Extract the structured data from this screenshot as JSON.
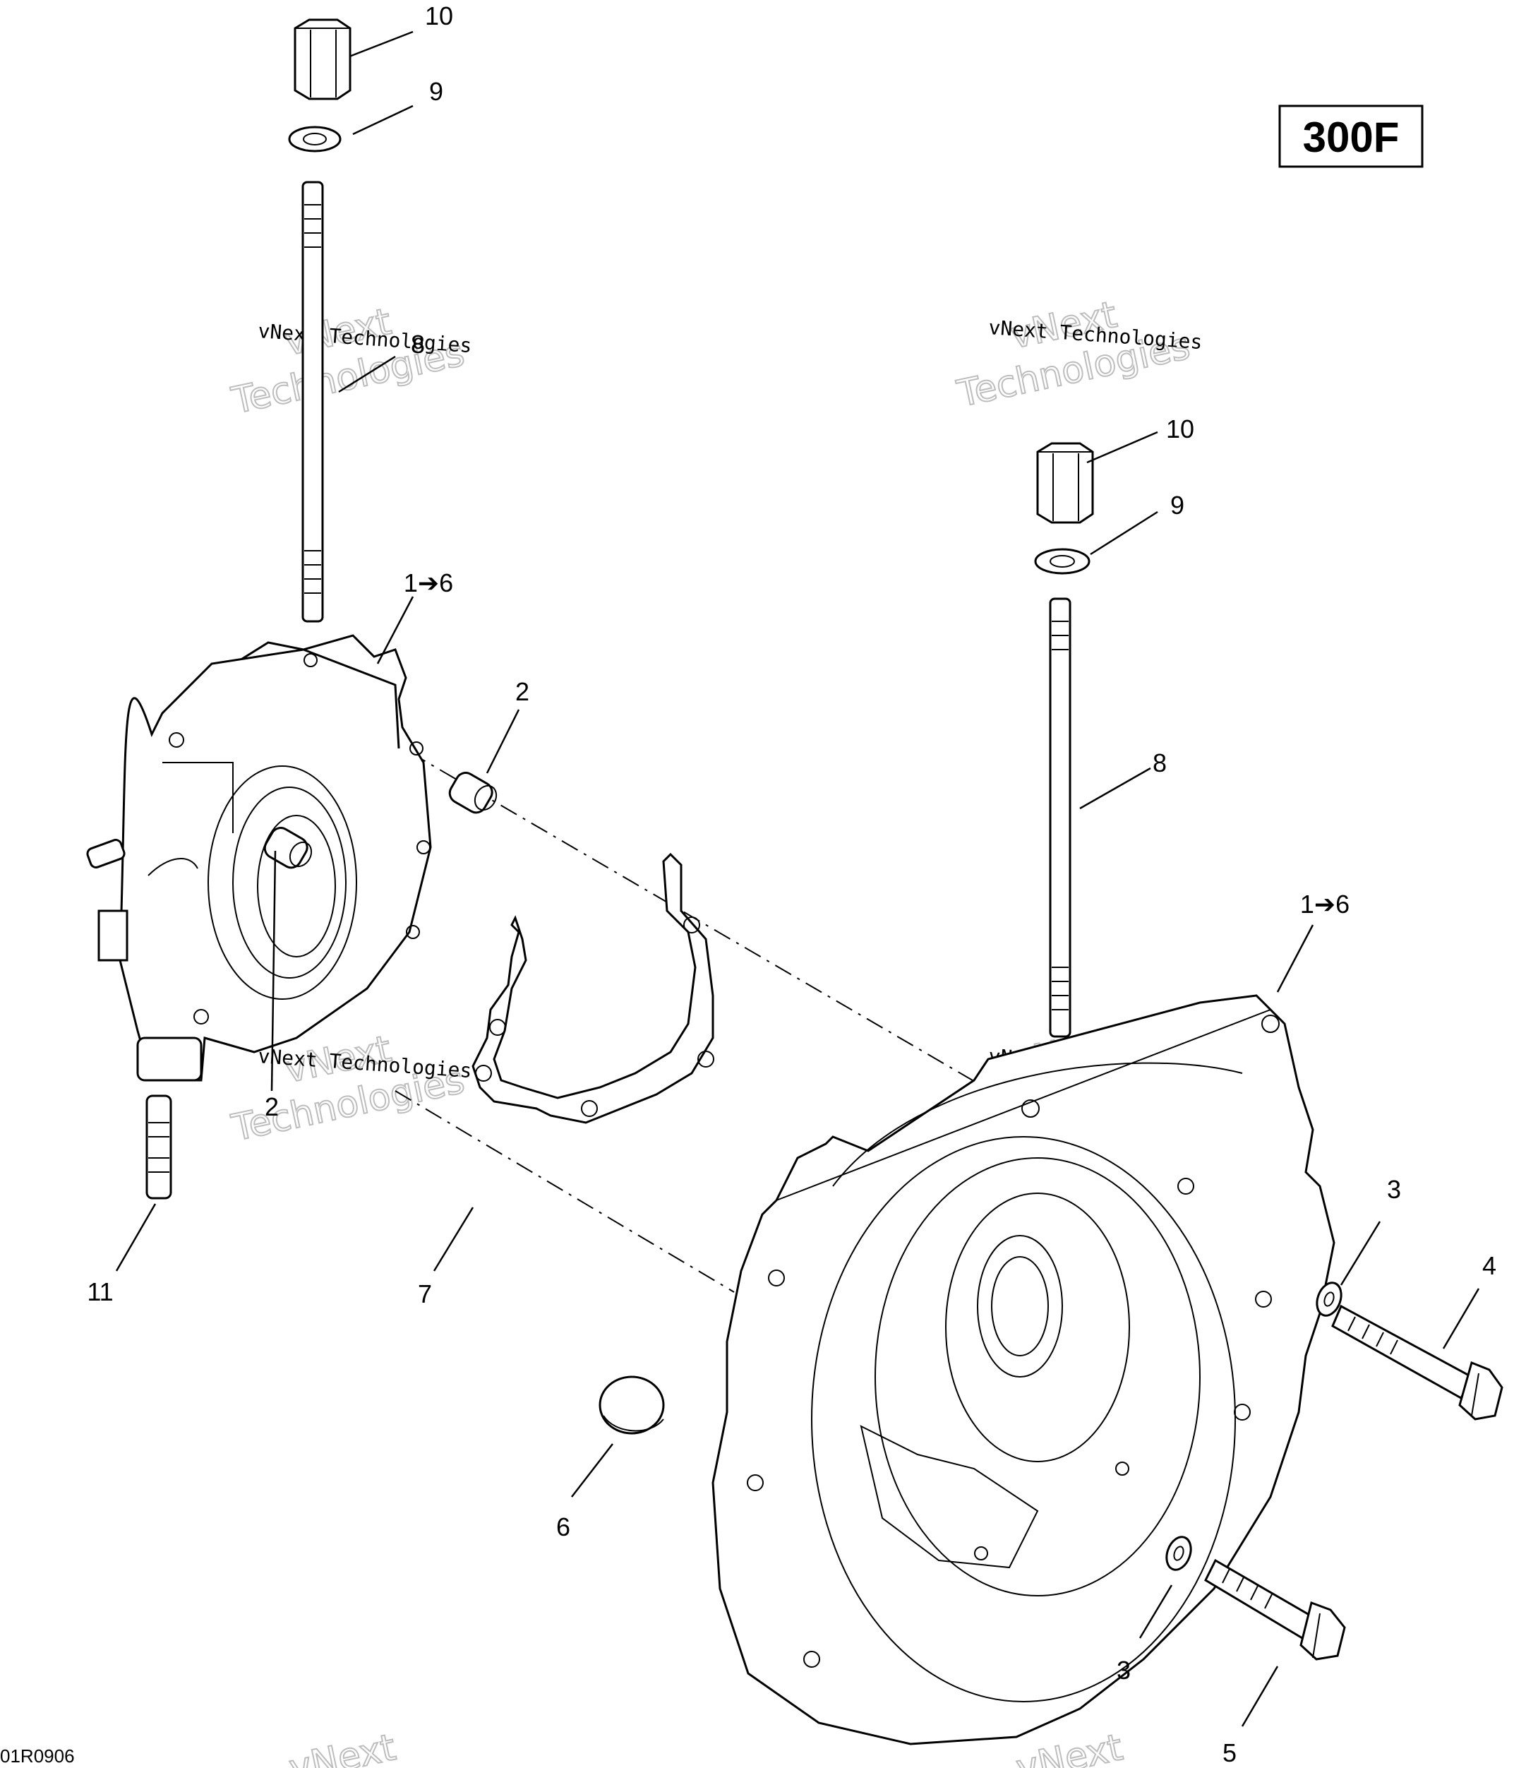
{
  "model_label": "300F",
  "drawing_number": "01R0906",
  "watermark": {
    "small": "vNext Technologies",
    "large_line1": "vNext",
    "large_line2": "Technologies"
  },
  "callouts": {
    "left_nut": "10",
    "left_washer": "9",
    "left_stud": "8",
    "left_housing": "1➔6",
    "pin_upper": "2",
    "pin_lower": "2",
    "left_small_stud": "11",
    "gasket": "7",
    "plug": "6",
    "right_nut": "10",
    "right_washer": "9",
    "right_stud": "8",
    "right_housing": "1➔6",
    "washer_upper": "3",
    "bolt_upper": "4",
    "washer_lower": "3",
    "bolt_lower": "5"
  }
}
